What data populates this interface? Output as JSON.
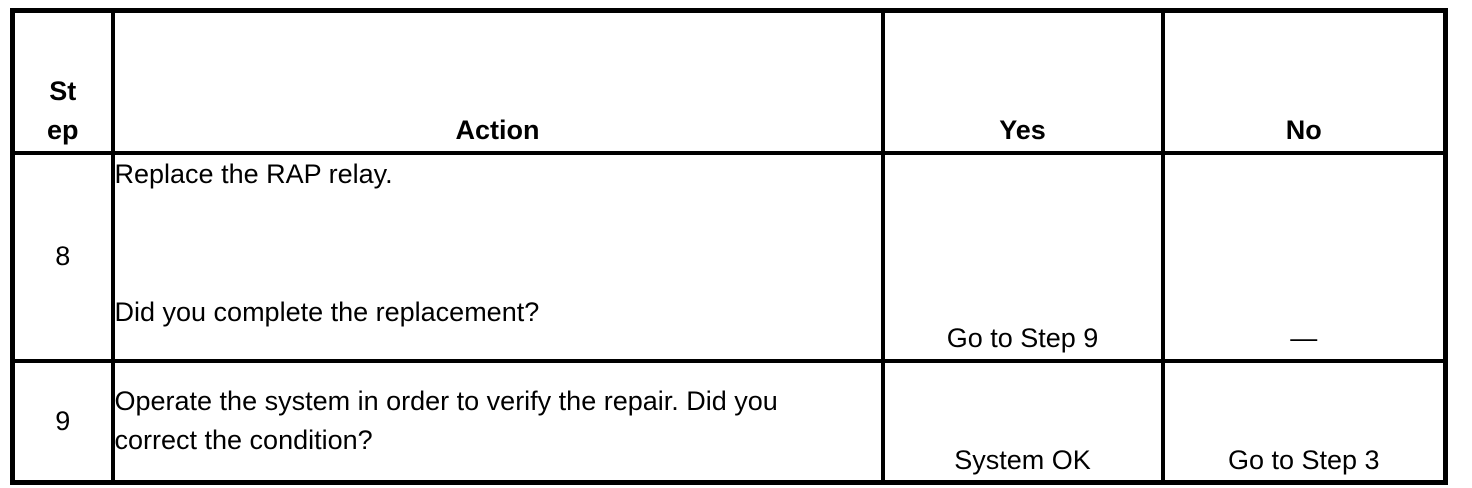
{
  "document": {
    "kind": "diagnostic-step-table",
    "colors": {
      "background": "#ffffff",
      "border": "#000000",
      "text": "#000000"
    },
    "table": {
      "headers": {
        "step": "St\nep",
        "action": "Action",
        "yes": "Yes",
        "no": "No"
      },
      "rows": [
        {
          "step": "8",
          "action_instruction": "Replace the RAP relay.",
          "action_question": "Did you complete the replacement?",
          "yes": "Go to Step 9",
          "no": "—"
        },
        {
          "step": "9",
          "action": "Operate the system in order to verify the repair. Did you\ncorrect the condition?",
          "yes": "System OK",
          "no": "Go to Step 3"
        }
      ]
    }
  }
}
